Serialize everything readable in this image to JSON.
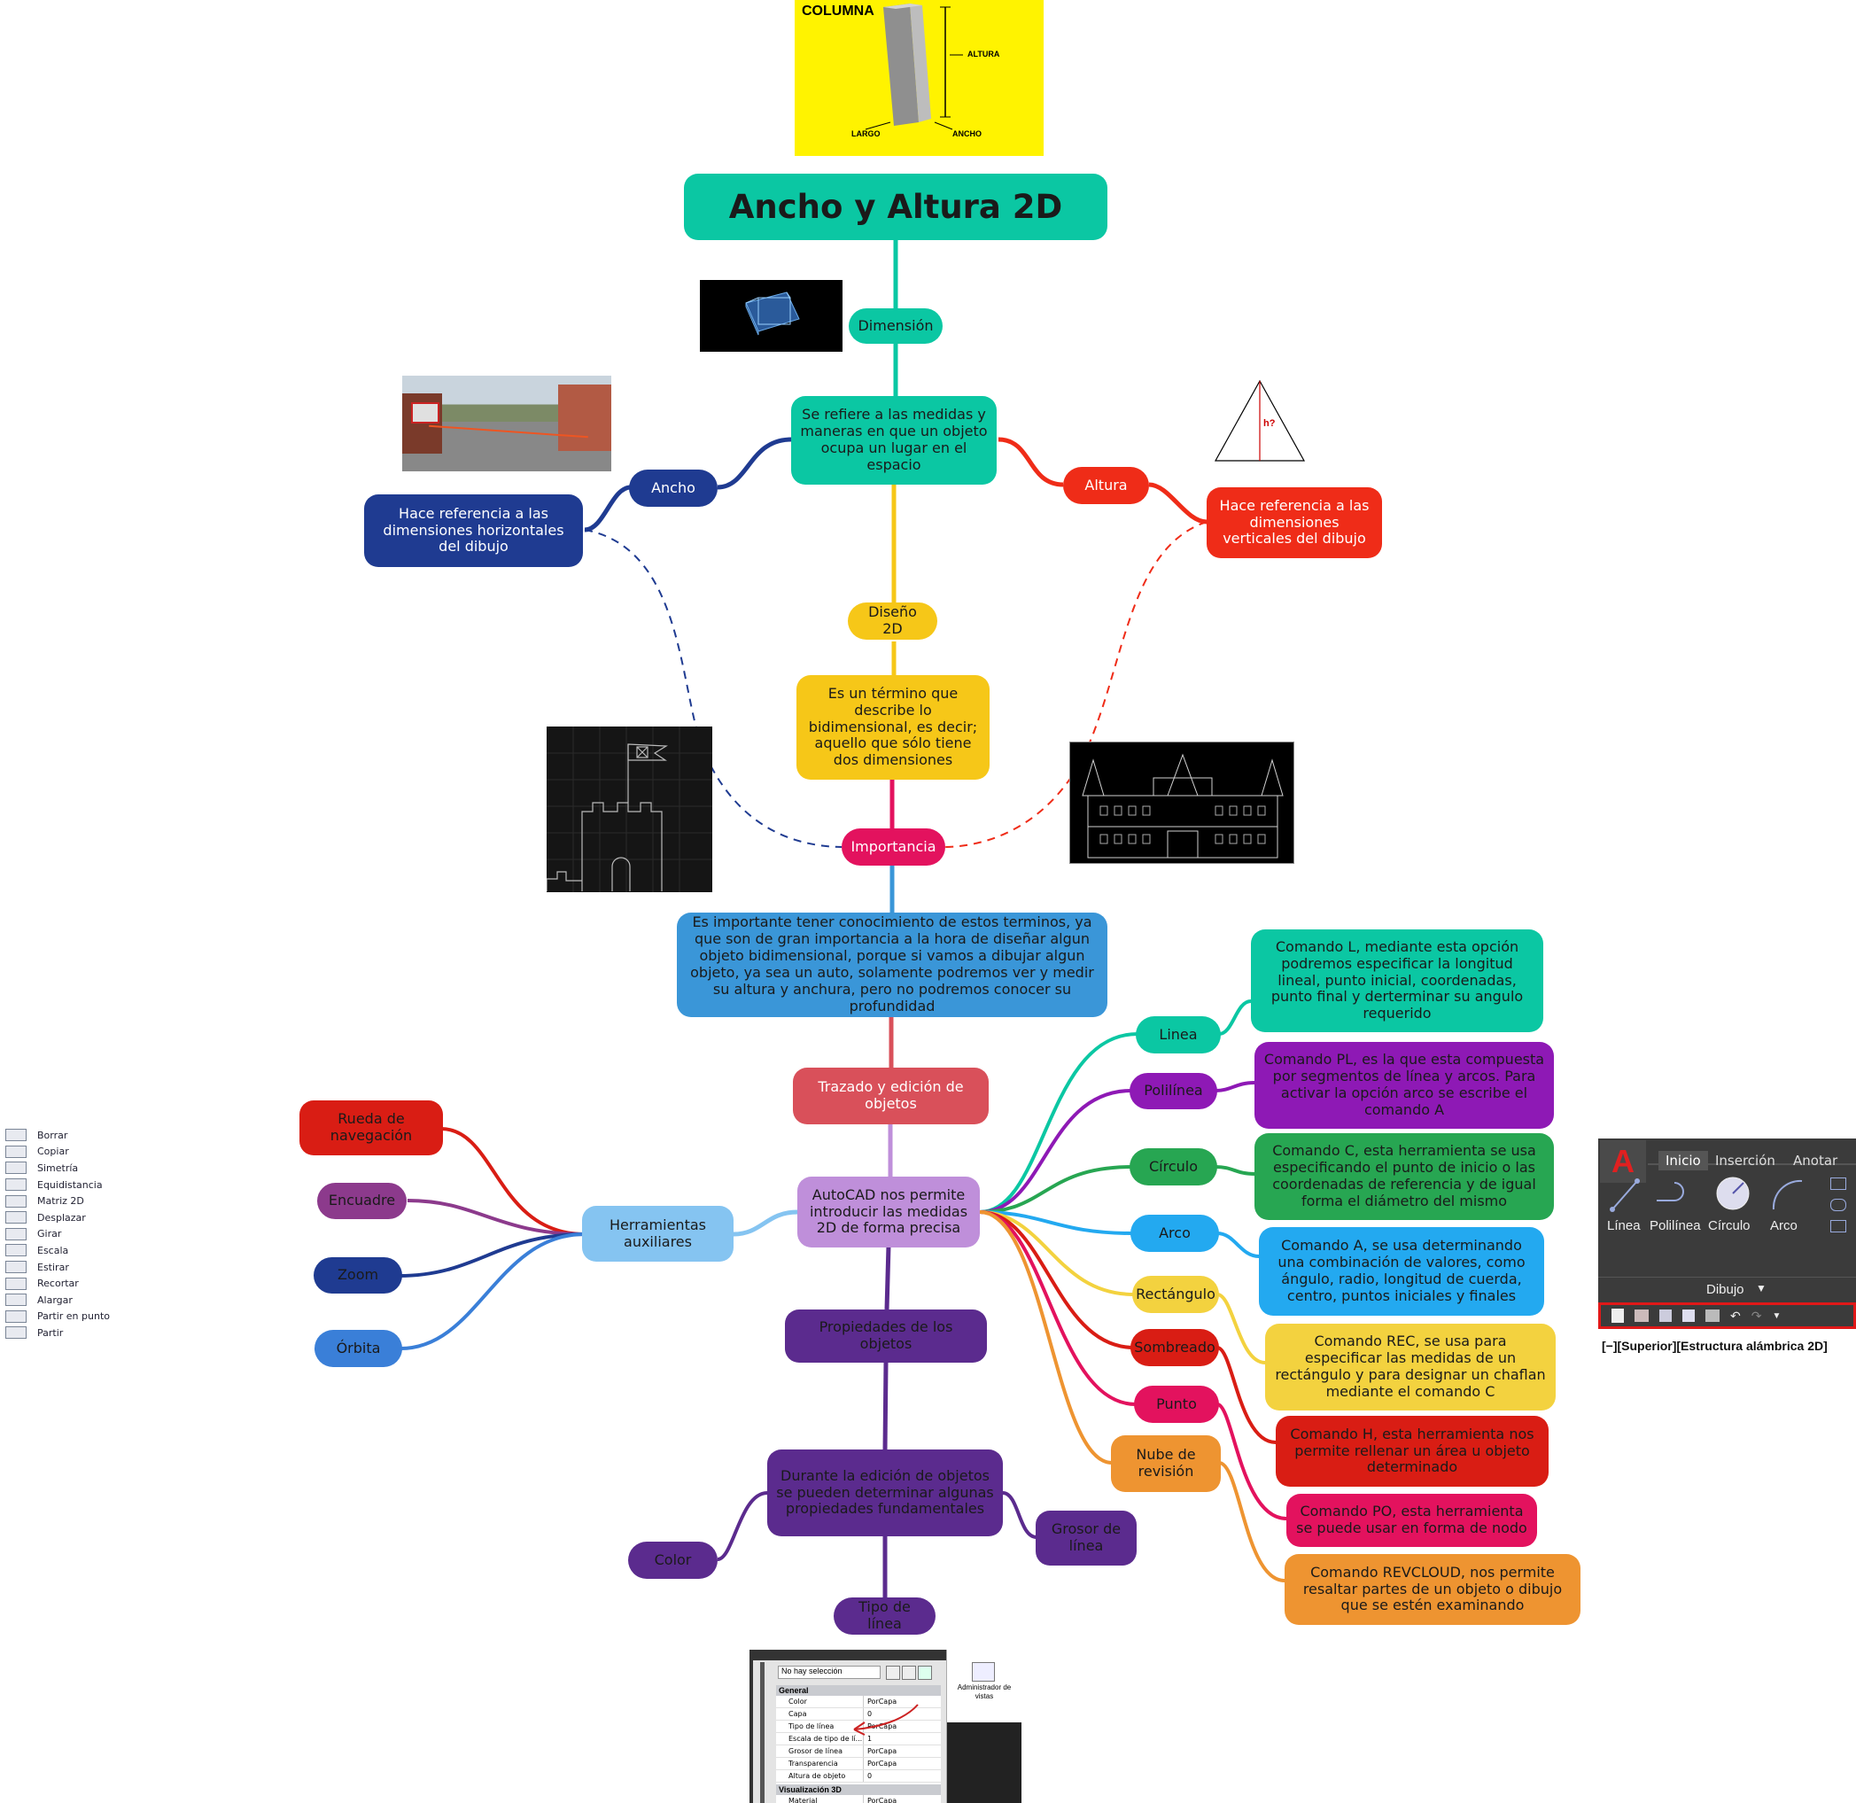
{
  "title": "Ancho y Altura 2D",
  "images": {
    "column": {
      "title": "COLUMNA",
      "labels": [
        "ALTURA",
        "LARGO",
        "ANCHO"
      ]
    },
    "triangle": {
      "label": "h?"
    },
    "modify_toolbar": [
      "Borrar",
      "Copiar",
      "Simetría",
      "Equidistancia",
      "Matriz 2D",
      "Desplazar",
      "Girar",
      "Escala",
      "Estirar",
      "Recortar",
      "Alargar",
      "Partir en punto",
      "Partir"
    ],
    "ribbon": {
      "tabs": [
        "Inicio",
        "Inserción",
        "Anotar"
      ],
      "tools": [
        "Línea",
        "Polilínea",
        "Círculo",
        "Arco"
      ],
      "panel": "Dibujo",
      "viewport": "[−][Superior][Estructura alámbrica 2D]"
    },
    "properties": {
      "selection": "No hay selección",
      "manager": "Administrador de vistas",
      "section_general": "General",
      "rows": [
        [
          "Color",
          "PorCapa"
        ],
        [
          "Capa",
          "0"
        ],
        [
          "Tipo de línea",
          "PorCapa"
        ],
        [
          "Escala de tipo de lí...",
          "1"
        ],
        [
          "Grosor de línea",
          "PorCapa"
        ],
        [
          "Transparencia",
          "PorCapa"
        ],
        [
          "Altura de objeto",
          "0"
        ]
      ],
      "section_3d": "Visualización 3D",
      "rows_3d": [
        [
          "Material",
          "PorCapa"
        ]
      ]
    }
  },
  "nodes": {
    "dimension": "Dimensión",
    "dimension_desc": "Se refiere a las medidas y maneras en que un objeto ocupa un lugar en el espacio",
    "ancho": "Ancho",
    "ancho_desc": "Hace referencia a las dimensiones horizontales del dibujo",
    "altura": "Altura",
    "altura_desc": "Hace referencia a las dimensiones verticales del dibujo",
    "diseno": "Diseño 2D",
    "diseno_desc": "Es un término que describe lo bidimensional, es decir; aquello que sólo tiene dos dimensiones",
    "importancia": "Importancia",
    "importancia_desc": "Es importante tener conocimiento de estos terminos, ya que son de gran importancia a la hora de diseñar algun objeto bidimensional, porque si vamos a dibujar algun objeto, ya sea un auto, solamente podremos ver y medir su altura y anchura, pero no podremos conocer su profundidad",
    "trazado": "Trazado y edición de objetos",
    "autocad": "AutoCAD nos permite introducir las medidas 2D de forma precisa",
    "herramientas": "Herramientas auxiliares",
    "rueda": "Rueda de navegación",
    "encuadre": "Encuadre",
    "zoom": "Zoom",
    "orbita": "Órbita",
    "linea": "Linea",
    "linea_desc": "Comando L, mediante esta opción podremos especificar la longitud lineal, punto inicial, coordenadas, punto final y derterminar su angulo requerido",
    "polilinea": "Polilínea",
    "polilinea_desc": "Comando PL, es la que esta compuesta por segmentos de línea y arcos. Para activar la opción arco se escribe el comando A",
    "circulo": "Círculo",
    "circulo_desc": "Comando C, esta herramienta se usa especificando el punto de inicio o las coordenadas de referencia y de igual forma el diámetro del mismo",
    "arco": "Arco",
    "arco_desc": "Comando A, se usa determinando una combinación de valores, como ángulo, radio, longitud de cuerda, centro, puntos iniciales y finales",
    "rectangulo": "Rectángulo",
    "rectangulo_desc": "Comando REC, se usa para especificar las medidas de un rectángulo y para designar un chaflan mediante el comando C",
    "sombreado": "Sombreado",
    "sombreado_desc": "Comando H, esta herramienta nos permite rellenar un área u objeto determinado",
    "punto": "Punto",
    "punto_desc": "Comando PO, esta herramienta se puede usar en forma de nodo",
    "nube": "Nube de revisión",
    "nube_desc": "Comando REVCLOUD, nos permite resaltar partes de un objeto o dibujo que se estén examinando",
    "propiedades": "Propiedades de los objetos",
    "propiedades_desc": "Durante la edición de objetos se pueden determinar algunas propiedades fundamentales",
    "color": "Color",
    "grosor": "Grosor de línea",
    "tipo": "Tipo de línea"
  },
  "colors": {
    "teal": "#0bc7a3",
    "yellow": "#f6c718",
    "blue_dark": "#1f3b91",
    "red": "#ef2c18",
    "crimson": "#e3125e",
    "blue": "#3a96d8",
    "rose": "#d9505a",
    "lilac": "#bf8fda",
    "light_blue": "#85c4f1",
    "purple": "#5b2b8e",
    "green": "#27a652",
    "orange": "#ee9431",
    "magenta": "#8e19b5",
    "plum": "#8c3a8c",
    "sky": "#23a9f0",
    "rect_yellow": "#f3d23f",
    "fire": "#d91d14",
    "yellow_bg": "#fff300"
  }
}
